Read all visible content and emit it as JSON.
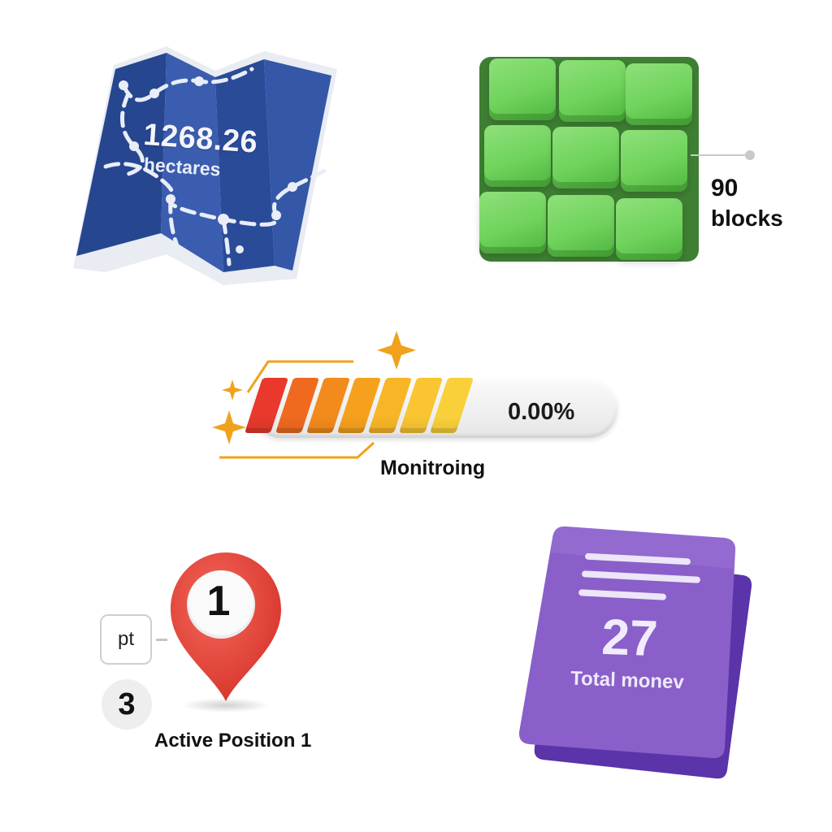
{
  "map": {
    "value": "1268.26",
    "unit": "hectares",
    "icon": "folded-map-icon",
    "color": "#2f4f9e"
  },
  "blocks": {
    "count": "90",
    "unit": "blocks",
    "icon": "block-grid-icon",
    "color": "#6fd35c"
  },
  "progress": {
    "value_text": "0.00%",
    "label": "Monitroing",
    "segment_colors": [
      "#e8392c",
      "#ef6a1f",
      "#f38a1c",
      "#f6a11d",
      "#f8b627",
      "#f9c531",
      "#fad03a"
    ],
    "accent": "#f0a21c"
  },
  "pin": {
    "number": "1",
    "tag": "pt",
    "count": "3",
    "label": "Active Position 1",
    "icon": "map-pin-icon",
    "color": "#e84a3f"
  },
  "document": {
    "value": "27",
    "label": "Total monev",
    "icon": "document-icon",
    "color": "#8a5fc9"
  }
}
